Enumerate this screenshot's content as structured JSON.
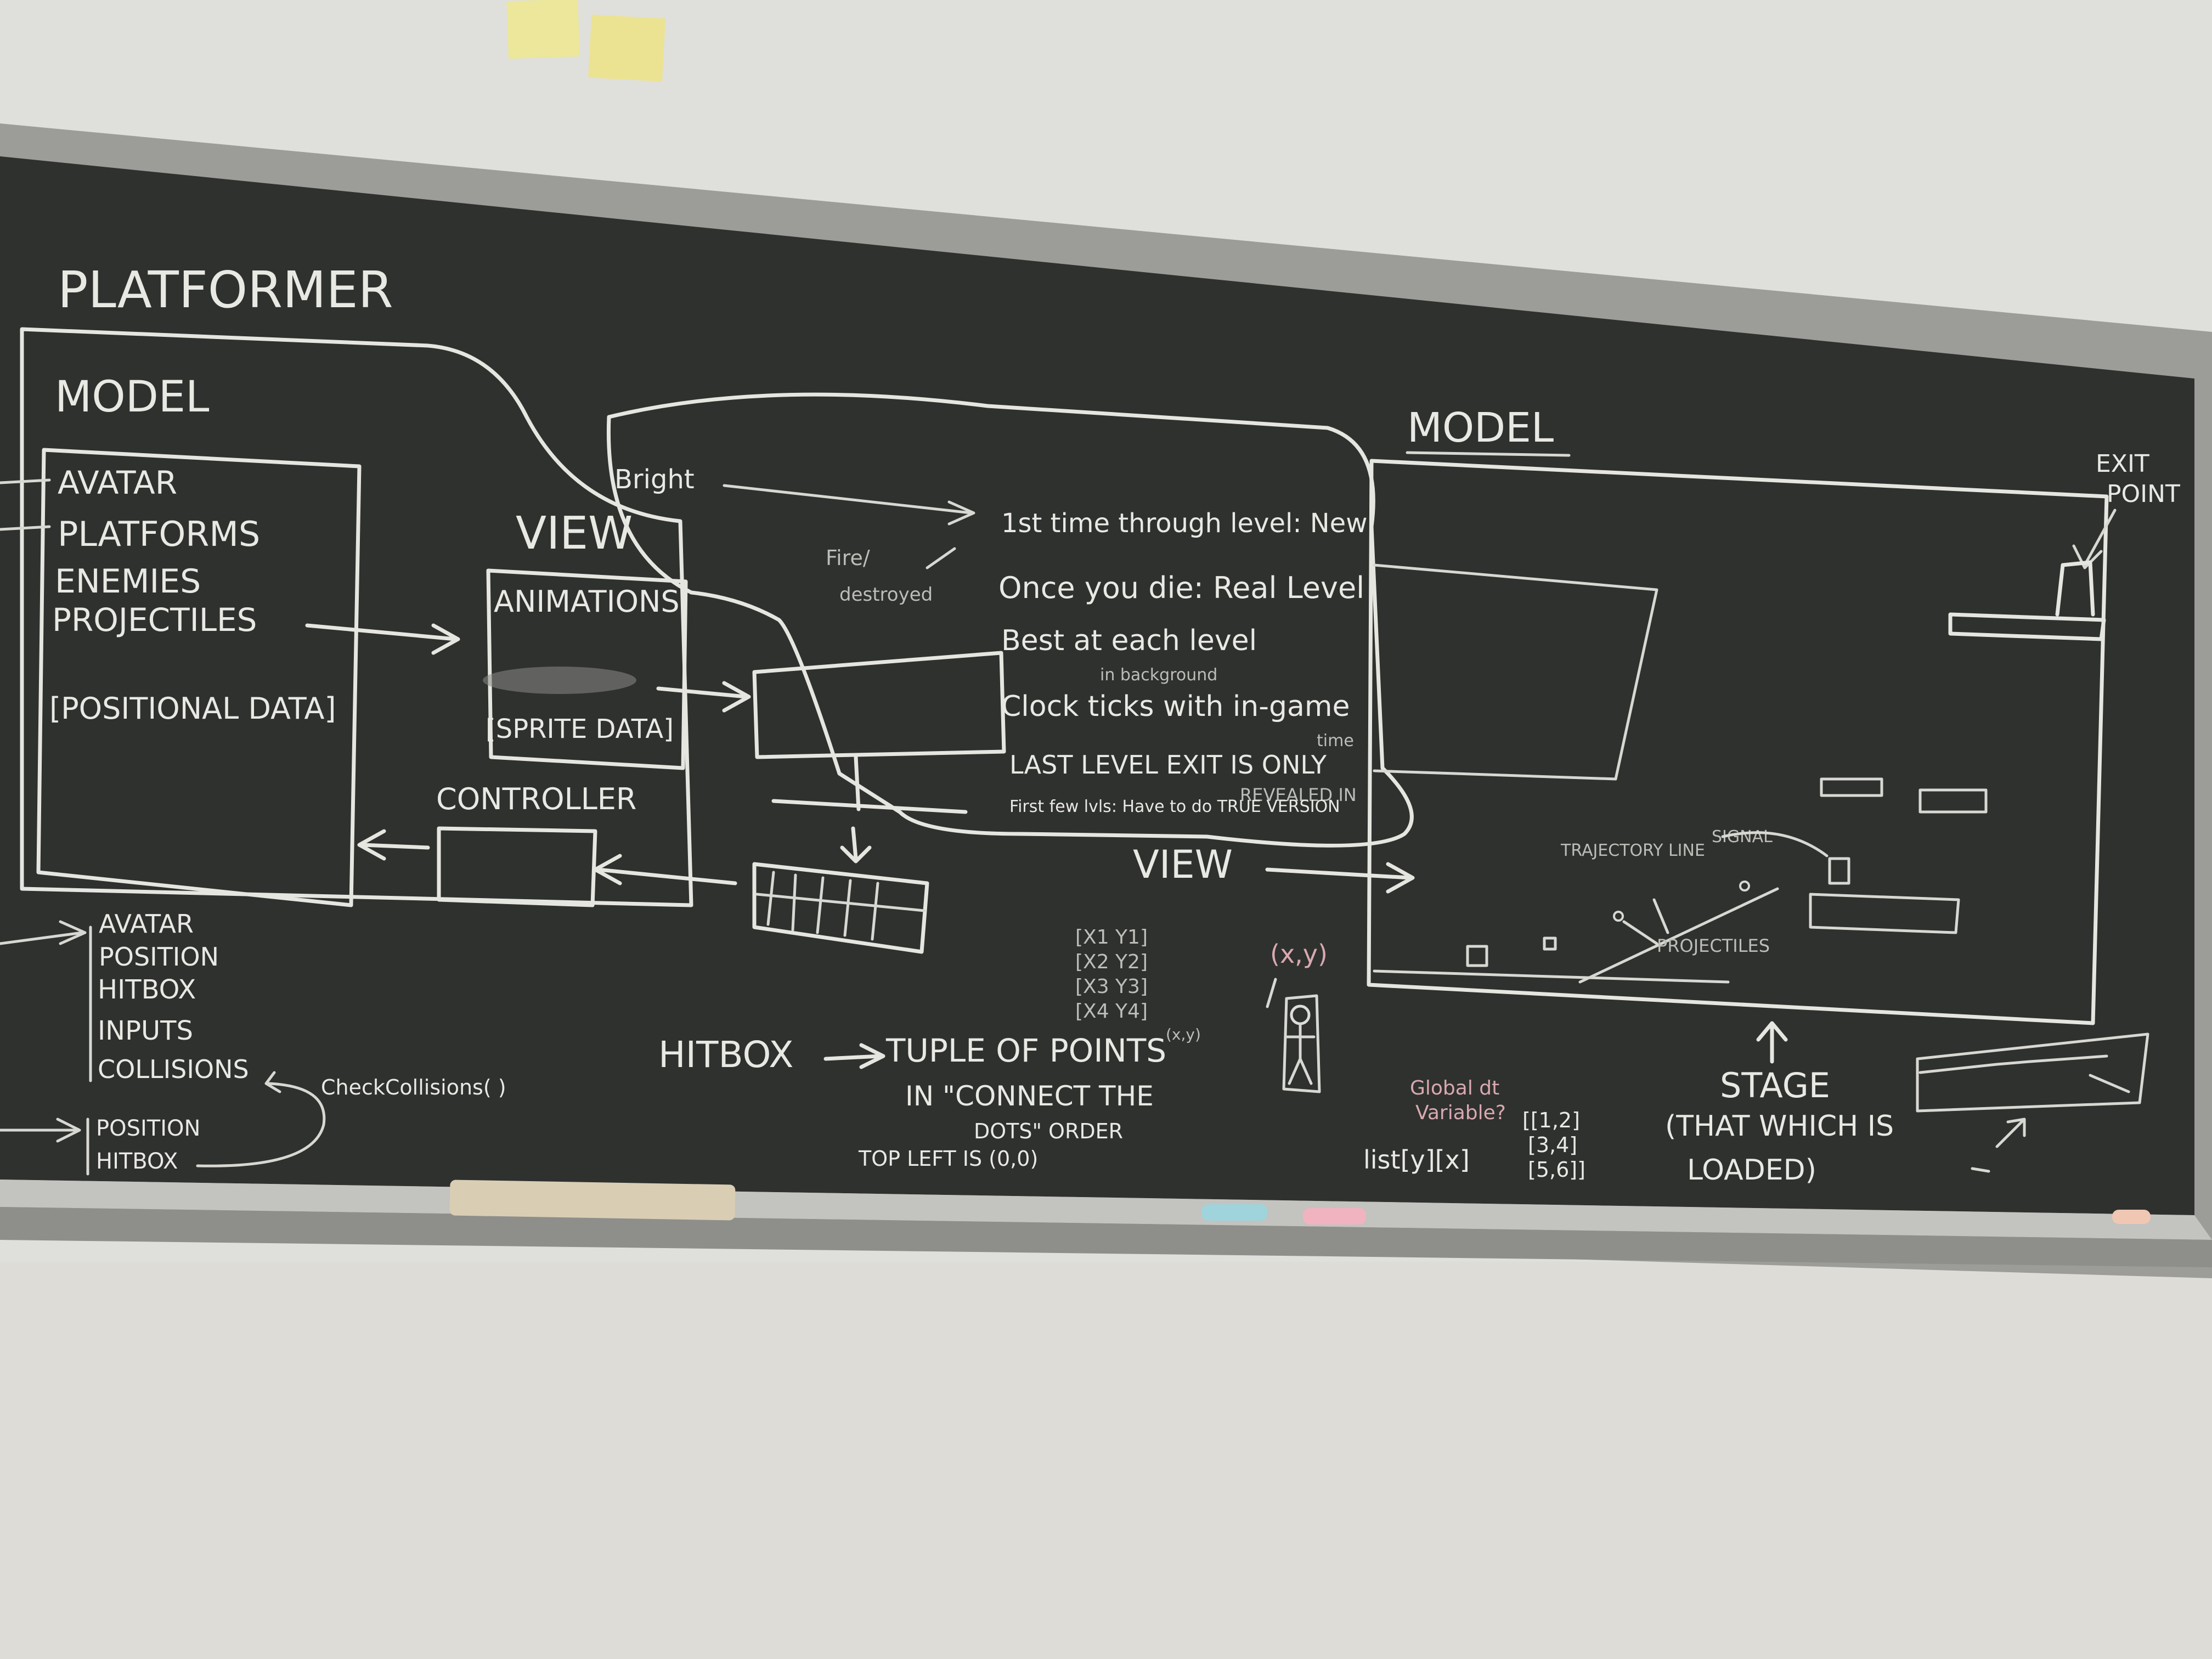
{
  "board": {
    "title": "PLATFORMER",
    "left_model": {
      "label": "MODEL",
      "items": [
        "AVATAR",
        "PLATFORMS",
        "ENEMIES",
        "PROJECTILES"
      ],
      "positional": "[POSITIONAL DATA]"
    },
    "view": {
      "label": "VIEW",
      "animations": "ANIMATIONS",
      "sprite": "[SPRITE DATA]"
    },
    "controller": {
      "label": "CONTROLLER"
    },
    "avatar_list": [
      "AVATAR",
      "POSITION",
      "HITBOX",
      "INPUTS",
      "COLLISIONS"
    ],
    "pos_list": [
      "POSITION",
      "HITBOX"
    ],
    "check": "CheckCollisions( )",
    "notes": {
      "bright": "Bright",
      "fire": "Fire/",
      "destroyed": "destroyed",
      "lines": [
        "1st time through level: New",
        "Once you die: Real Level",
        "Best at each level",
        "Clock ticks with in-game",
        "LAST LEVEL EXIT IS ONLY",
        "First few lvls: Have to do TRUE VERSION"
      ],
      "in_background": "in background",
      "time": "time",
      "revealed": "REVEALED IN"
    },
    "view_label": "VIEW",
    "hitbox": {
      "label": "HITBOX",
      "l1": "TUPLE OF POINTS",
      "l2": "IN \"CONNECT THE",
      "l3": "DOTS\" ORDER",
      "l4": "TOP LEFT IS (0,0)"
    },
    "matrix": [
      "[X1  Y1]",
      "[X2  Y2]",
      "[X3  Y3]",
      "[X4  Y4]"
    ],
    "xy_label": "(x,y)",
    "xy_small": "(x,y)",
    "right_model": {
      "label": "MODEL",
      "exit1": "EXIT",
      "exit2": "POINT"
    },
    "trajectory": "TRAJECTORY LINE",
    "signal": "SIGNAL",
    "projectiles": "PROJECTILES",
    "global": "Global dt",
    "variable": "Variable?",
    "list": "list[y][x]",
    "coords": [
      "[[1,2]",
      "[3,4]",
      "[5,6]]"
    ],
    "stage": "STAGE",
    "stage2": "(THAT WHICH IS",
    "stage3": "LOADED)"
  }
}
